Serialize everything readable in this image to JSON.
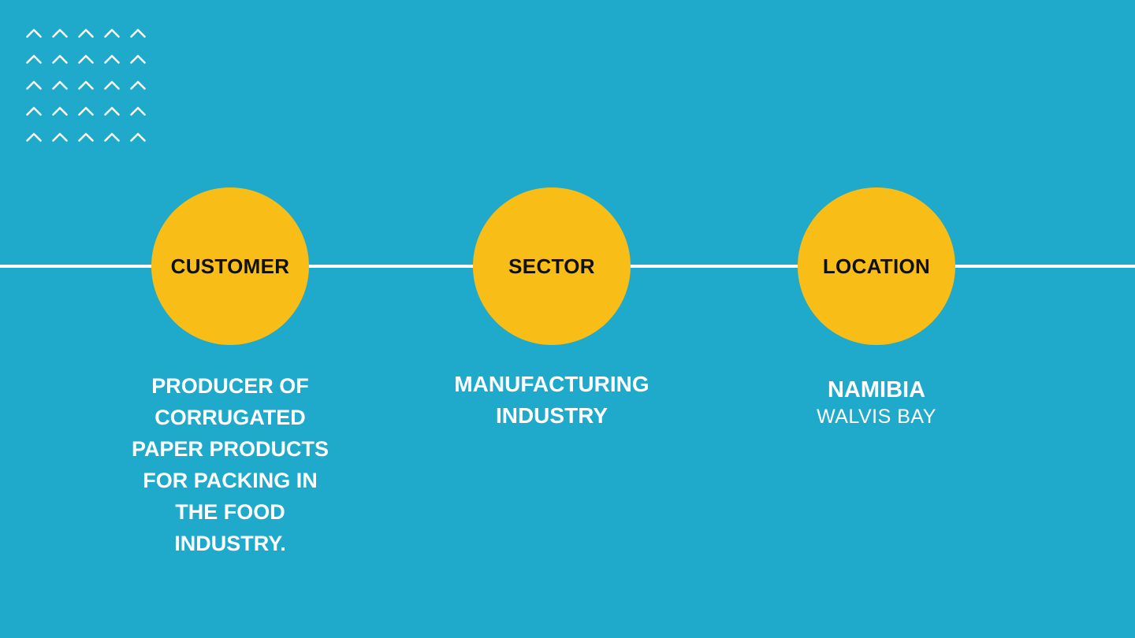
{
  "slide": {
    "background_color": "#1FA9CB",
    "circle_color": "#F8BD16",
    "line_color": "#FFFFFF",
    "label_text_color": "#101010",
    "description_text_color": "#FFFFFF"
  },
  "decor": {
    "glyph": "chevron-up",
    "rows": 5,
    "cols": 5
  },
  "items": [
    {
      "label": "CUSTOMER",
      "description": "PRODUCER OF\nCORRUGATED\nPAPER PRODUCTS\nFOR PACKING IN\nTHE FOOD\nINDUSTRY."
    },
    {
      "label": "SECTOR",
      "description": "MANUFACTURING\nINDUSTRY"
    },
    {
      "label": "LOCATION",
      "description": "NAMIBIA",
      "subdescription": "WALVIS BAY"
    }
  ]
}
